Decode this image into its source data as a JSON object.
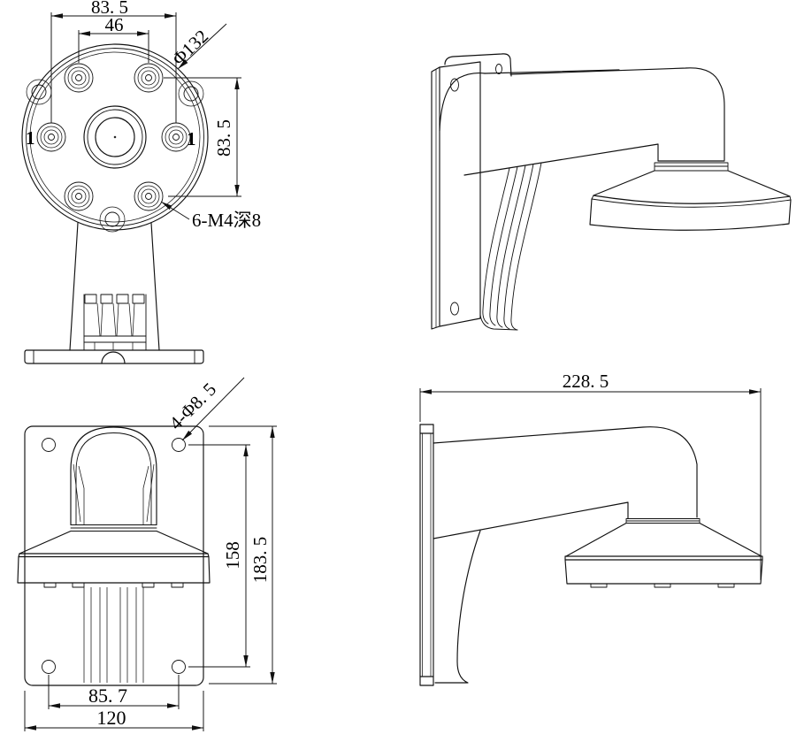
{
  "drawing": {
    "background_color": "#ffffff",
    "line_color": "#000000",
    "views": {
      "base_front": {
        "dim_span_outer": "83. 5",
        "dim_span_top": "46",
        "dim_diameter": "Φ132",
        "dim_span_side": "83. 5",
        "thread_callout": "6-M4深8",
        "mark_left": "1",
        "mark_right": "1"
      },
      "plate_front": {
        "hole_callout": "4-Φ8. 5",
        "dim_hole_pitch_v": "158",
        "dim_plate_height": "183. 5",
        "dim_hole_pitch_h": "85. 7",
        "dim_plate_width": "120"
      },
      "side_profile": {
        "dim_total_depth": "228. 5"
      }
    }
  }
}
